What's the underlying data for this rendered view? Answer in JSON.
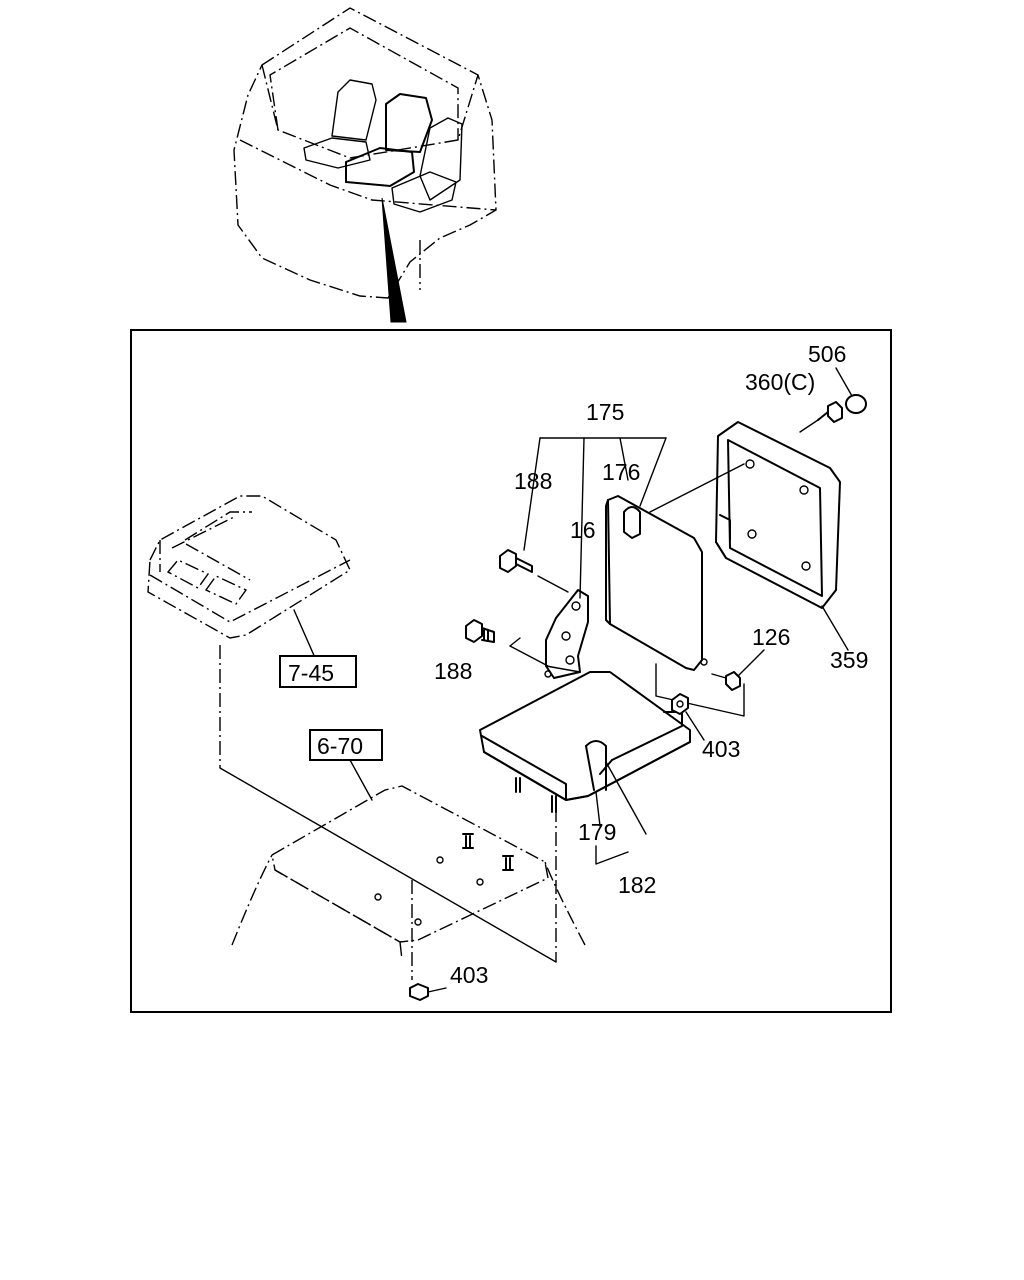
{
  "callouts": {
    "c506": "506",
    "c360": "360(C)",
    "c175": "175",
    "c176": "176",
    "c188_top": "188",
    "c16": "16",
    "c188_bottom": "188",
    "c126": "126",
    "c359": "359",
    "c403_right": "403",
    "c179": "179",
    "c182": "182",
    "c403_bottom": "403"
  },
  "references": {
    "ref_745": "7-45",
    "ref_670": "6-70"
  }
}
